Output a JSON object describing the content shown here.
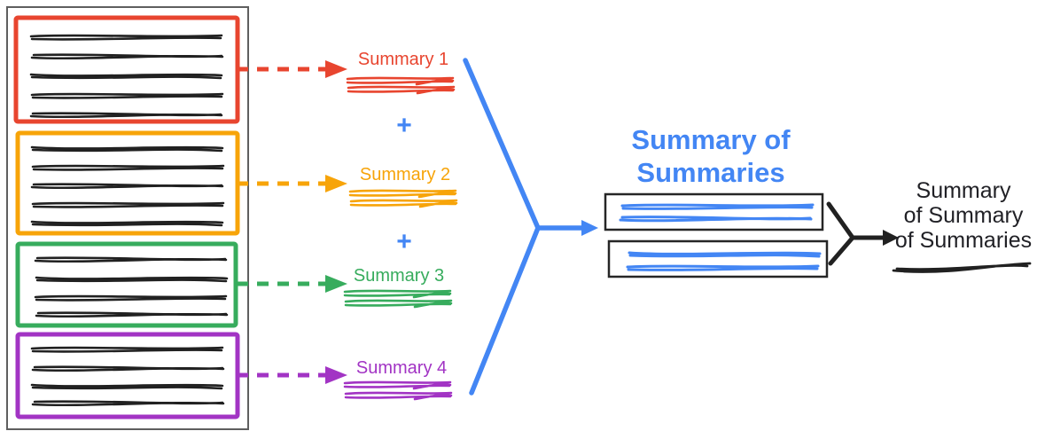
{
  "colors": {
    "red": "#e8452f",
    "orange": "#f7a409",
    "green": "#37ac5d",
    "purple": "#a234c4",
    "blue": "#4386f4",
    "ink": "#212121",
    "doc_outline": "#5f5f5f",
    "box_outline": "#262626",
    "text_dark": "#212126"
  },
  "summaries": [
    {
      "label": "Summary 1"
    },
    {
      "label": "Summary 2"
    },
    {
      "label": "Summary 3"
    },
    {
      "label": "Summary 4"
    }
  ],
  "operators": {
    "plus": "+"
  },
  "summary_of_summaries": {
    "title_line1": "Summary of",
    "title_line2": "Summaries"
  },
  "final_summary": {
    "line1": "Summary",
    "line2": "of Summary",
    "line3": "of Summaries"
  }
}
